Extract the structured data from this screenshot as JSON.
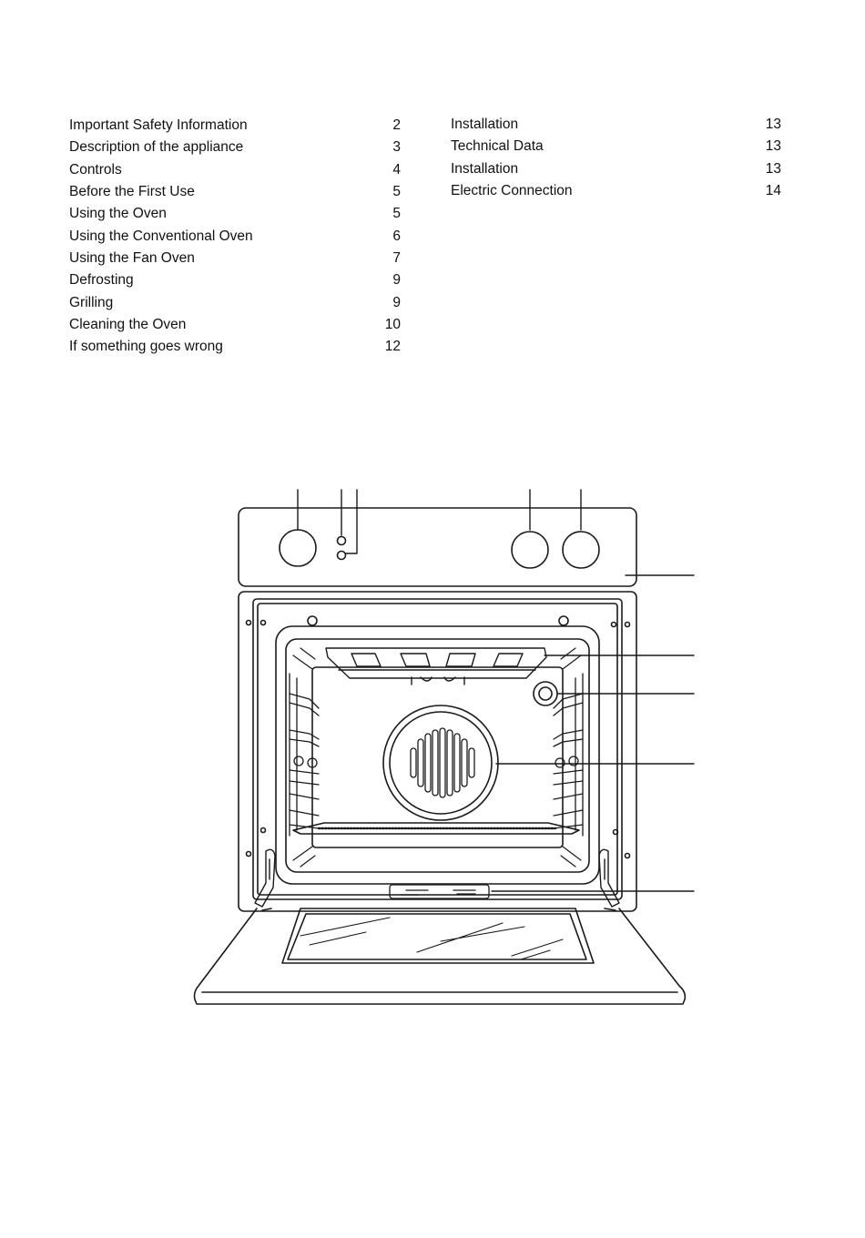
{
  "toc": {
    "left": [
      {
        "title": "Important Safety Information",
        "page": "2"
      },
      {
        "title": "Description of the appliance",
        "page": "3"
      },
      {
        "title": "Controls",
        "page": "4"
      },
      {
        "title": "Before the First Use",
        "page": "5"
      },
      {
        "title": "Using the Oven",
        "page": "5"
      },
      {
        "title": "Using the Conventional Oven",
        "page": "6"
      },
      {
        "title": "Using the Fan Oven",
        "page": "7"
      },
      {
        "title": "Defrosting",
        "page": "9"
      },
      {
        "title": "Grilling",
        "page": "9"
      },
      {
        "title": "Cleaning the Oven",
        "page": "10"
      },
      {
        "title": "If something goes wrong",
        "page": "12"
      }
    ],
    "right": [
      {
        "title": "Installation",
        "page": "13"
      },
      {
        "title": "Technical Data",
        "page": "13"
      },
      {
        "title": "Installation",
        "page": "13"
      },
      {
        "title": "Electric Connection",
        "page": "14"
      }
    ]
  },
  "diagram": {
    "line_color": "#1a1a1a",
    "background": "#ffffff"
  }
}
